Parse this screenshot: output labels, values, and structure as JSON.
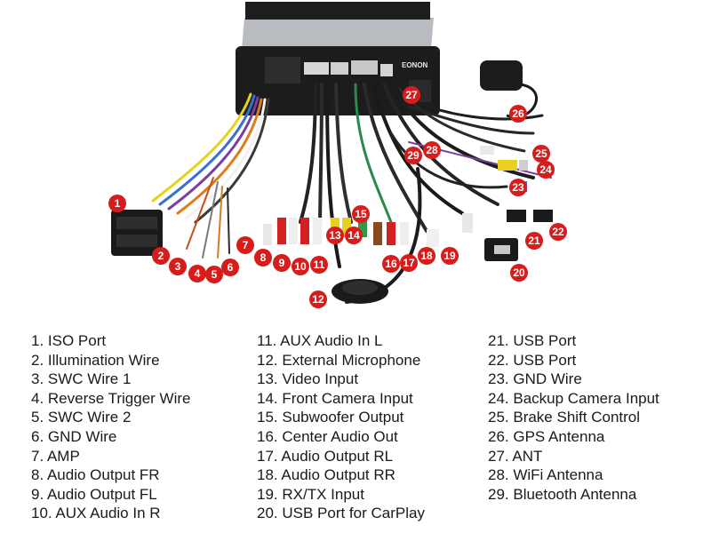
{
  "brand": "EONON",
  "legend": {
    "columns": [
      [
        "1. ISO Port",
        "2. Illumination Wire",
        "3. SWC Wire 1",
        "4. Reverse Trigger Wire",
        "5. SWC Wire 2",
        "6. GND Wire",
        "7. AMP",
        "8. Audio Output FR",
        "9. Audio Output FL",
        "10. AUX Audio In R"
      ],
      [
        "11. AUX Audio In L",
        "12. External Microphone",
        "13. Video Input",
        "14. Front Camera Input",
        "15. Subwoofer Output",
        "16. Center Audio Out",
        "17. Audio Output RL",
        "18. Audio Output RR",
        "19. RX/TX Input",
        "20. USB Port for CarPlay"
      ],
      [
        "21. USB Port",
        "22. USB Port",
        "23. GND Wire",
        "24. Backup Camera Input",
        "25. Brake Shift Control",
        "26. GPS Antenna",
        "27. ANT",
        "28. WiFi Antenna",
        "29. Bluetooth Antenna"
      ]
    ]
  },
  "badges": [
    "1",
    "2",
    "3",
    "4",
    "5",
    "6",
    "7",
    "8",
    "9",
    "10",
    "11",
    "12",
    "13",
    "14",
    "15",
    "16",
    "17",
    "18",
    "19",
    "20",
    "21",
    "22",
    "23",
    "24",
    "25",
    "26",
    "27",
    "28",
    "29"
  ]
}
